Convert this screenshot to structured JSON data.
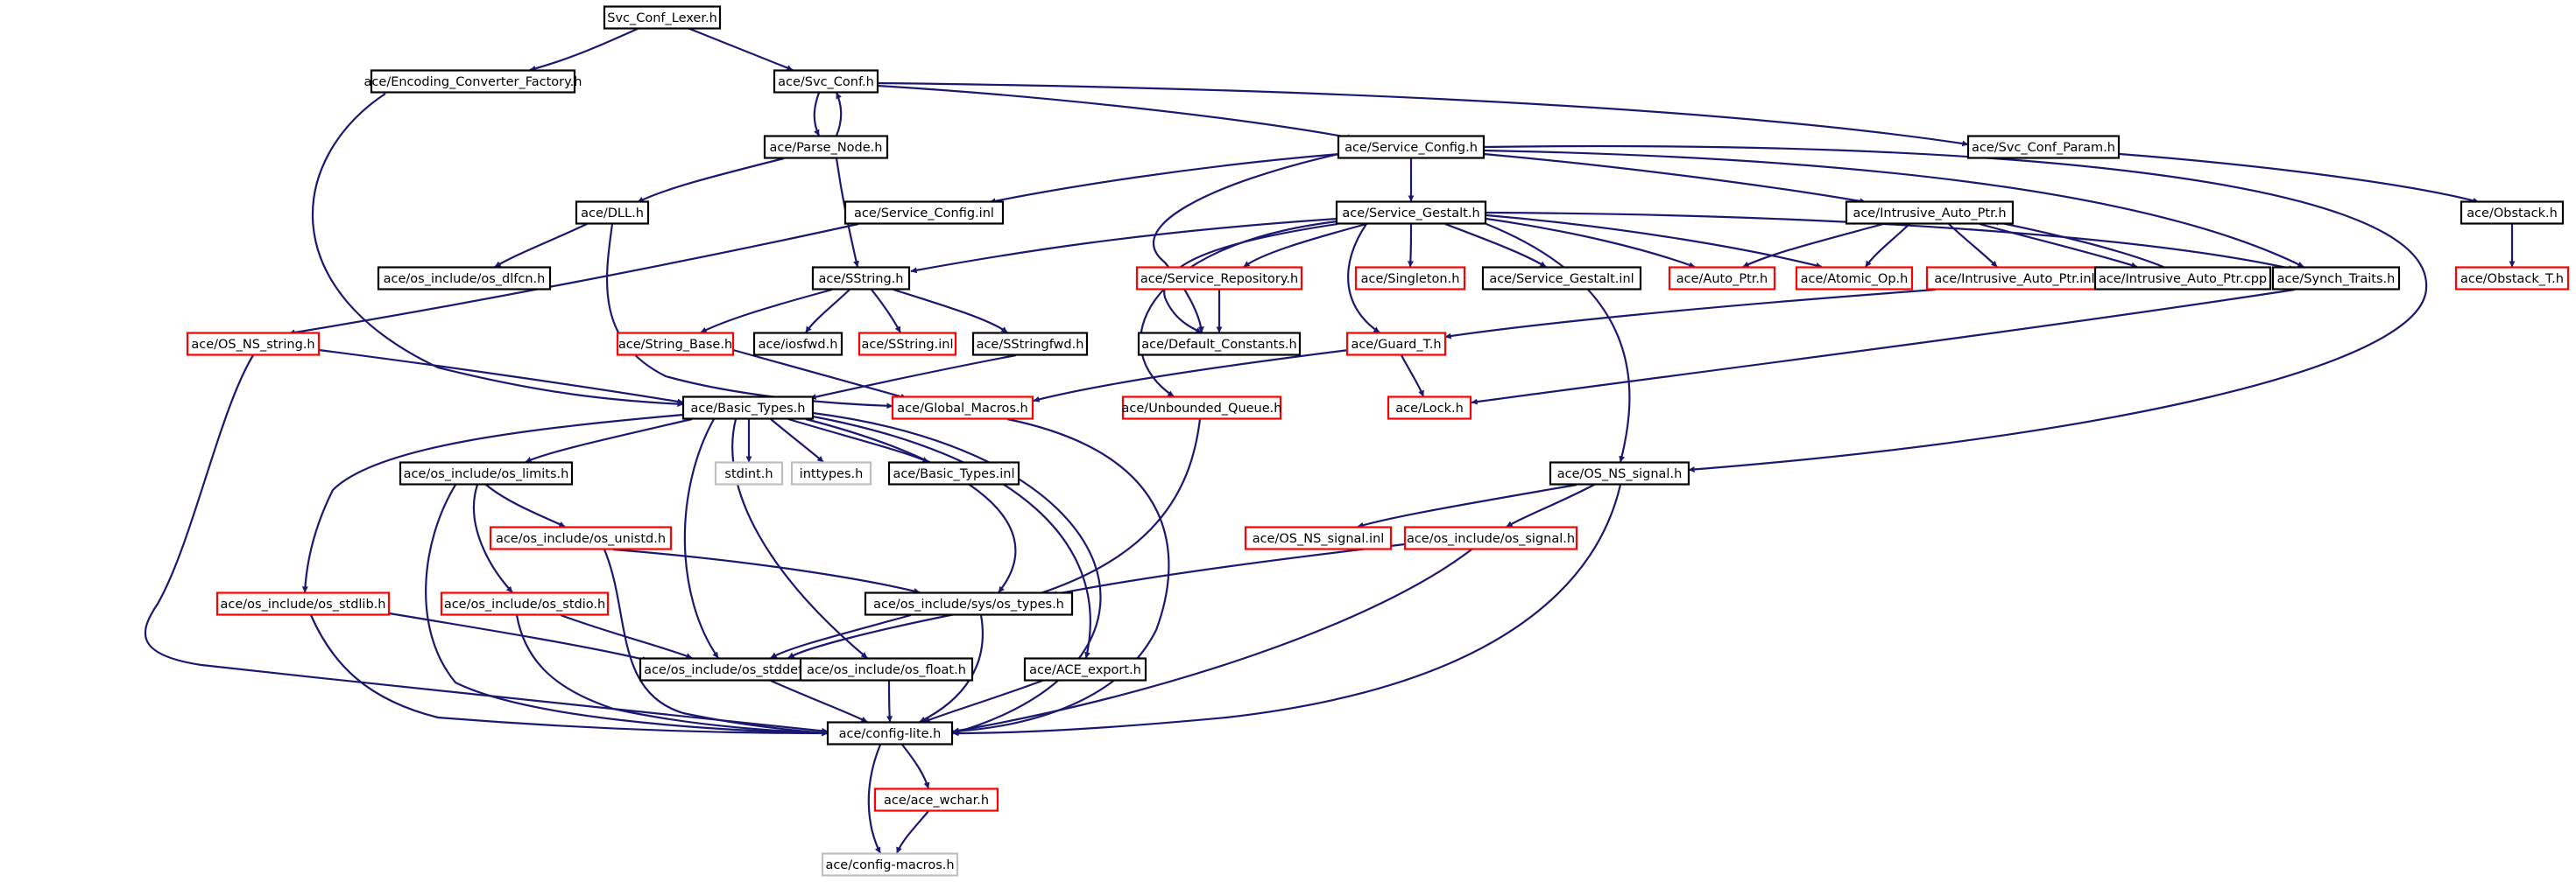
{
  "palette": {
    "edge": "#191970",
    "border_normal": "#000000",
    "border_missing": "#ff0000",
    "border_external": "#bfbfbf",
    "root_fill": "#bfbfbf"
  },
  "nodes": [
    {
      "id": "svc_conf_lexer",
      "label": "Svc_Conf_Lexer.h",
      "kind": "root"
    },
    {
      "id": "encoding_converter_factory",
      "label": "ace/Encoding_Converter_Factory.h",
      "kind": "normal"
    },
    {
      "id": "svc_conf",
      "label": "ace/Svc_Conf.h",
      "kind": "normal"
    },
    {
      "id": "parse_node",
      "label": "ace/Parse_Node.h",
      "kind": "normal"
    },
    {
      "id": "service_config",
      "label": "ace/Service_Config.h",
      "kind": "normal"
    },
    {
      "id": "svc_conf_param",
      "label": "ace/Svc_Conf_Param.h",
      "kind": "normal"
    },
    {
      "id": "dll",
      "label": "ace/DLL.h",
      "kind": "normal"
    },
    {
      "id": "service_config_inl",
      "label": "ace/Service_Config.inl",
      "kind": "normal"
    },
    {
      "id": "service_gestalt",
      "label": "ace/Service_Gestalt.h",
      "kind": "normal"
    },
    {
      "id": "intrusive_auto_ptr",
      "label": "ace/Intrusive_Auto_Ptr.h",
      "kind": "normal"
    },
    {
      "id": "obstack",
      "label": "ace/Obstack.h",
      "kind": "normal"
    },
    {
      "id": "os_dlfcn",
      "label": "ace/os_include/os_dlfcn.h",
      "kind": "normal"
    },
    {
      "id": "sstring",
      "label": "ace/SString.h",
      "kind": "normal"
    },
    {
      "id": "service_repository",
      "label": "ace/Service_Repository.h",
      "kind": "missing"
    },
    {
      "id": "singleton",
      "label": "ace/Singleton.h",
      "kind": "missing"
    },
    {
      "id": "service_gestalt_inl",
      "label": "ace/Service_Gestalt.inl",
      "kind": "normal"
    },
    {
      "id": "auto_ptr",
      "label": "ace/Auto_Ptr.h",
      "kind": "missing"
    },
    {
      "id": "atomic_op",
      "label": "ace/Atomic_Op.h",
      "kind": "missing"
    },
    {
      "id": "intrusive_auto_ptr_inl",
      "label": "ace/Intrusive_Auto_Ptr.inl",
      "kind": "missing"
    },
    {
      "id": "intrusive_auto_ptr_cpp",
      "label": "ace/Intrusive_Auto_Ptr.cpp",
      "kind": "normal"
    },
    {
      "id": "synch_traits",
      "label": "ace/Synch_Traits.h",
      "kind": "normal"
    },
    {
      "id": "obstack_t",
      "label": "ace/Obstack_T.h",
      "kind": "missing"
    },
    {
      "id": "os_ns_string",
      "label": "ace/OS_NS_string.h",
      "kind": "missing"
    },
    {
      "id": "string_base",
      "label": "ace/String_Base.h",
      "kind": "missing"
    },
    {
      "id": "iosfwd",
      "label": "ace/iosfwd.h",
      "kind": "normal"
    },
    {
      "id": "sstring_inl",
      "label": "ace/SString.inl",
      "kind": "missing"
    },
    {
      "id": "sstringfwd",
      "label": "ace/SStringfwd.h",
      "kind": "normal"
    },
    {
      "id": "default_constants",
      "label": "ace/Default_Constants.h",
      "kind": "normal"
    },
    {
      "id": "guard_t",
      "label": "ace/Guard_T.h",
      "kind": "missing"
    },
    {
      "id": "basic_types",
      "label": "ace/Basic_Types.h",
      "kind": "normal"
    },
    {
      "id": "global_macros",
      "label": "ace/Global_Macros.h",
      "kind": "missing"
    },
    {
      "id": "unbounded_queue",
      "label": "ace/Unbounded_Queue.h",
      "kind": "missing"
    },
    {
      "id": "lock",
      "label": "ace/Lock.h",
      "kind": "missing"
    },
    {
      "id": "os_limits",
      "label": "ace/os_include/os_limits.h",
      "kind": "normal"
    },
    {
      "id": "stdint",
      "label": "stdint.h",
      "kind": "external"
    },
    {
      "id": "inttypes",
      "label": "inttypes.h",
      "kind": "external"
    },
    {
      "id": "basic_types_inl",
      "label": "ace/Basic_Types.inl",
      "kind": "normal"
    },
    {
      "id": "os_ns_signal",
      "label": "ace/OS_NS_signal.h",
      "kind": "normal"
    },
    {
      "id": "os_unistd",
      "label": "ace/os_include/os_unistd.h",
      "kind": "missing"
    },
    {
      "id": "os_ns_signal_inl",
      "label": "ace/OS_NS_signal.inl",
      "kind": "missing"
    },
    {
      "id": "os_signal",
      "label": "ace/os_include/os_signal.h",
      "kind": "missing"
    },
    {
      "id": "os_stdlib",
      "label": "ace/os_include/os_stdlib.h",
      "kind": "missing"
    },
    {
      "id": "os_stdio",
      "label": "ace/os_include/os_stdio.h",
      "kind": "missing"
    },
    {
      "id": "os_types",
      "label": "ace/os_include/sys/os_types.h",
      "kind": "normal"
    },
    {
      "id": "os_stddef",
      "label": "ace/os_include/os_stddef.h",
      "kind": "normal"
    },
    {
      "id": "os_float",
      "label": "ace/os_include/os_float.h",
      "kind": "normal"
    },
    {
      "id": "ace_export",
      "label": "ace/ACE_export.h",
      "kind": "normal"
    },
    {
      "id": "config_lite",
      "label": "ace/config-lite.h",
      "kind": "normal"
    },
    {
      "id": "ace_wchar",
      "label": "ace/ace_wchar.h",
      "kind": "missing"
    },
    {
      "id": "config_macros",
      "label": "ace/config-macros.h",
      "kind": "external"
    }
  ],
  "edges": [
    [
      "svc_conf_lexer",
      "encoding_converter_factory"
    ],
    [
      "svc_conf_lexer",
      "svc_conf"
    ],
    [
      "encoding_converter_factory",
      "basic_types"
    ],
    [
      "svc_conf",
      "parse_node"
    ],
    [
      "parse_node",
      "svc_conf"
    ],
    [
      "svc_conf",
      "service_config"
    ],
    [
      "svc_conf",
      "svc_conf_param"
    ],
    [
      "parse_node",
      "dll"
    ],
    [
      "parse_node",
      "sstring"
    ],
    [
      "service_config",
      "service_config_inl"
    ],
    [
      "service_config",
      "service_gestalt"
    ],
    [
      "service_config",
      "intrusive_auto_ptr"
    ],
    [
      "service_config",
      "default_constants"
    ],
    [
      "service_config",
      "synch_traits"
    ],
    [
      "service_config",
      "os_ns_signal"
    ],
    [
      "svc_conf_param",
      "obstack"
    ],
    [
      "dll",
      "os_dlfcn"
    ],
    [
      "dll",
      "global_macros"
    ],
    [
      "service_config_inl",
      "os_ns_string"
    ],
    [
      "service_gestalt",
      "sstring"
    ],
    [
      "service_gestalt",
      "service_repository"
    ],
    [
      "service_gestalt",
      "singleton"
    ],
    [
      "service_gestalt",
      "service_gestalt_inl"
    ],
    [
      "service_gestalt",
      "auto_ptr"
    ],
    [
      "service_gestalt",
      "atomic_op"
    ],
    [
      "service_gestalt",
      "synch_traits"
    ],
    [
      "service_gestalt",
      "guard_t"
    ],
    [
      "service_gestalt",
      "default_constants"
    ],
    [
      "service_gestalt",
      "unbounded_queue"
    ],
    [
      "service_gestalt",
      "os_ns_signal"
    ],
    [
      "intrusive_auto_ptr",
      "auto_ptr"
    ],
    [
      "intrusive_auto_ptr",
      "atomic_op"
    ],
    [
      "intrusive_auto_ptr",
      "intrusive_auto_ptr_inl"
    ],
    [
      "intrusive_auto_ptr",
      "intrusive_auto_ptr_cpp"
    ],
    [
      "intrusive_auto_ptr_cpp",
      "intrusive_auto_ptr"
    ],
    [
      "obstack",
      "obstack_t"
    ],
    [
      "sstring",
      "string_base"
    ],
    [
      "sstring",
      "iosfwd"
    ],
    [
      "sstring",
      "sstring_inl"
    ],
    [
      "sstring",
      "sstringfwd"
    ],
    [
      "service_repository",
      "default_constants"
    ],
    [
      "intrusive_auto_ptr_inl",
      "guard_t"
    ],
    [
      "synch_traits",
      "lock"
    ],
    [
      "os_ns_string",
      "basic_types"
    ],
    [
      "os_ns_string",
      "config_lite"
    ],
    [
      "string_base",
      "global_macros"
    ],
    [
      "sstringfwd",
      "basic_types"
    ],
    [
      "guard_t",
      "global_macros"
    ],
    [
      "guard_t",
      "lock"
    ],
    [
      "global_macros",
      "config_lite"
    ],
    [
      "unbounded_queue",
      "os_stddef"
    ],
    [
      "basic_types",
      "os_limits"
    ],
    [
      "basic_types",
      "stdint"
    ],
    [
      "basic_types",
      "inttypes"
    ],
    [
      "basic_types",
      "basic_types_inl"
    ],
    [
      "basic_types",
      "os_stdlib"
    ],
    [
      "basic_types",
      "os_stddef"
    ],
    [
      "basic_types",
      "os_float"
    ],
    [
      "basic_types",
      "os_types"
    ],
    [
      "basic_types",
      "ace_export"
    ],
    [
      "basic_types",
      "config_lite"
    ],
    [
      "os_limits",
      "os_unistd"
    ],
    [
      "os_limits",
      "os_stdio"
    ],
    [
      "os_limits",
      "config_lite"
    ],
    [
      "os_unistd",
      "os_types"
    ],
    [
      "os_unistd",
      "config_lite"
    ],
    [
      "os_ns_signal",
      "os_ns_signal_inl"
    ],
    [
      "os_ns_signal",
      "os_signal"
    ],
    [
      "os_ns_signal",
      "config_lite"
    ],
    [
      "os_signal",
      "os_types"
    ],
    [
      "os_signal",
      "config_lite"
    ],
    [
      "os_stdlib",
      "os_stddef"
    ],
    [
      "os_stdlib",
      "config_lite"
    ],
    [
      "os_stdio",
      "os_stddef"
    ],
    [
      "os_stdio",
      "config_lite"
    ],
    [
      "os_types",
      "os_stddef"
    ],
    [
      "os_types",
      "config_lite"
    ],
    [
      "os_stddef",
      "config_lite"
    ],
    [
      "os_float",
      "config_lite"
    ],
    [
      "ace_export",
      "config_lite"
    ],
    [
      "config_lite",
      "ace_wchar"
    ],
    [
      "config_lite",
      "config_macros"
    ],
    [
      "ace_wchar",
      "config_macros"
    ]
  ]
}
